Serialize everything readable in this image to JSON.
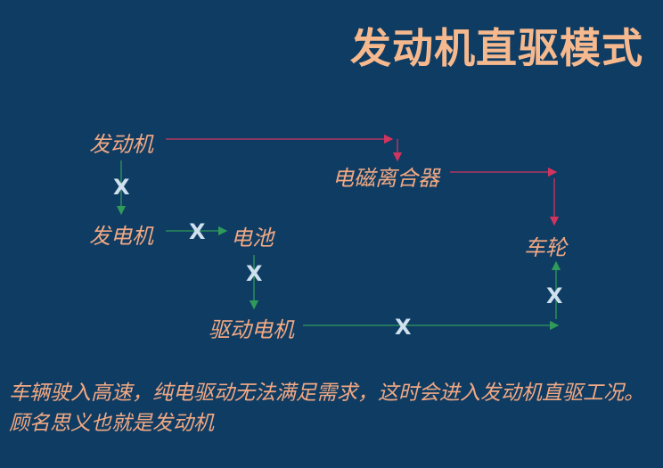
{
  "title": "发动机直驱模式",
  "nodes": {
    "engine": "发动机",
    "clutch": "电磁离合器",
    "generator": "发电机",
    "battery": "电池",
    "wheel": "车轮",
    "motor": "驱动电机"
  },
  "block_mark": "X",
  "caption": "车辆驶入高速，纯电驱动无法满足需求，这时会进入发动机直驱工况。顾名思义也就是发动机",
  "colors": {
    "background": "#0f3c63",
    "title": "#f6b98e",
    "active_path": "#d0345f",
    "inactive_path": "#2f9a5a",
    "text": "#f2a983"
  }
}
